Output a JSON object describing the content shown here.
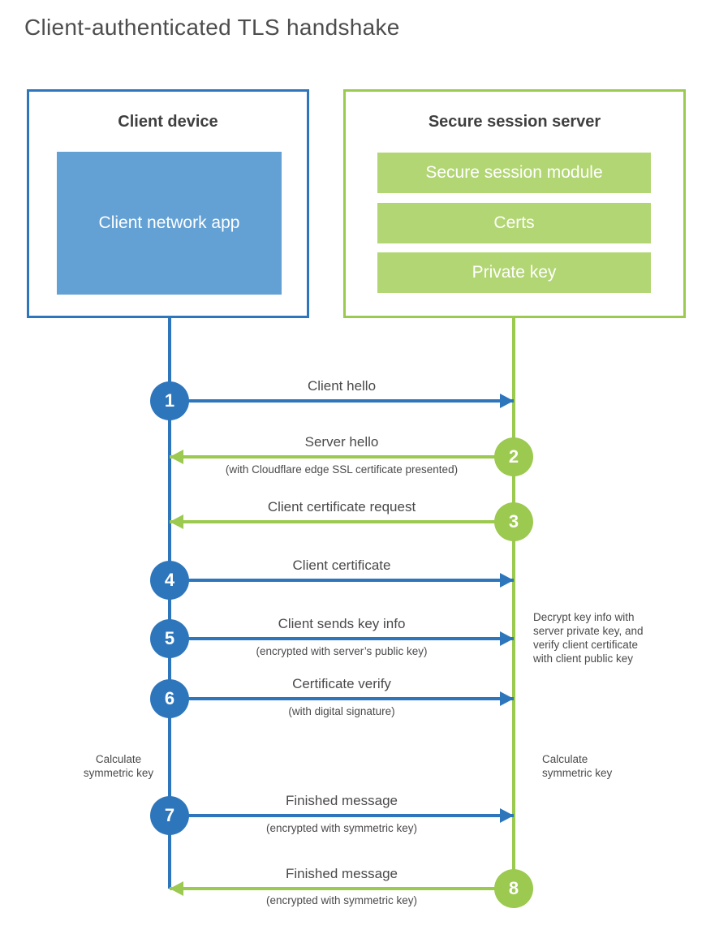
{
  "page": {
    "title": "Client-authenticated TLS handshake"
  },
  "colors": {
    "blue_accent": "#2e76bc",
    "blue_fill": "#63a0d4",
    "green_accent": "#9cc94f",
    "green_fill": "#b2d673",
    "heading_text": "#3f3f3f",
    "body_text": "#4a4a4a"
  },
  "client_box": {
    "title": "Client device",
    "app_label": "Client network app"
  },
  "server_box": {
    "title": "Secure session server",
    "modules": [
      "Secure session module",
      "Certs",
      "Private key"
    ]
  },
  "steps": [
    {
      "number": "1",
      "actor": "client",
      "direction": "right",
      "label": "Client hello",
      "sublabel": ""
    },
    {
      "number": "2",
      "actor": "server",
      "direction": "left",
      "label": "Server hello",
      "sublabel": "(with Cloudflare edge SSL certificate presented)"
    },
    {
      "number": "3",
      "actor": "server",
      "direction": "left",
      "label": "Client certificate request",
      "sublabel": ""
    },
    {
      "number": "4",
      "actor": "client",
      "direction": "right",
      "label": "Client certificate",
      "sublabel": ""
    },
    {
      "number": "5",
      "actor": "client",
      "direction": "right",
      "label": "Client sends key info",
      "sublabel": "(encrypted with server’s public key)"
    },
    {
      "number": "6",
      "actor": "client",
      "direction": "right",
      "label": "Certificate verify",
      "sublabel": "(with digital signature)"
    },
    {
      "number": "7",
      "actor": "client",
      "direction": "right",
      "label": "Finished message",
      "sublabel": "(encrypted with symmetric key)"
    },
    {
      "number": "8",
      "actor": "server",
      "direction": "left",
      "label": "Finished message",
      "sublabel": "(encrypted with symmetric key)"
    }
  ],
  "annotations": {
    "server_note_lines": [
      "Decrypt key info with",
      "server private key, and",
      "verify client certificate",
      "with client public key"
    ],
    "client_calculate_lines": [
      "Calculate",
      "symmetric key"
    ],
    "server_calculate_lines": [
      "Calculate",
      "symmetric key"
    ]
  }
}
